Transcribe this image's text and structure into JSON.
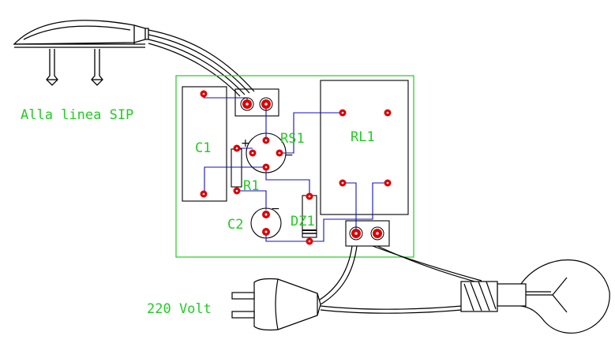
{
  "labels": {
    "line": "Alla linea SIP",
    "c1": "C1",
    "rs1": "RS1",
    "rl1": "RL1",
    "r1": "R1",
    "c2": "C2",
    "dz1": "DZ1",
    "volt": "220 Volt",
    "plus": "+",
    "minus_rs1": "−",
    "minus_c2": "−"
  },
  "colors": {
    "board_outline": "#22cc22",
    "labels": "#22cc22",
    "traces": "#1010c0",
    "pads": "#dd0000",
    "drawing": "#000000"
  },
  "icons": {
    "telephone_plug": "telephone-plug-icon",
    "mains_plug": "mains-plug-icon",
    "light_bulb": "light-bulb-icon"
  }
}
